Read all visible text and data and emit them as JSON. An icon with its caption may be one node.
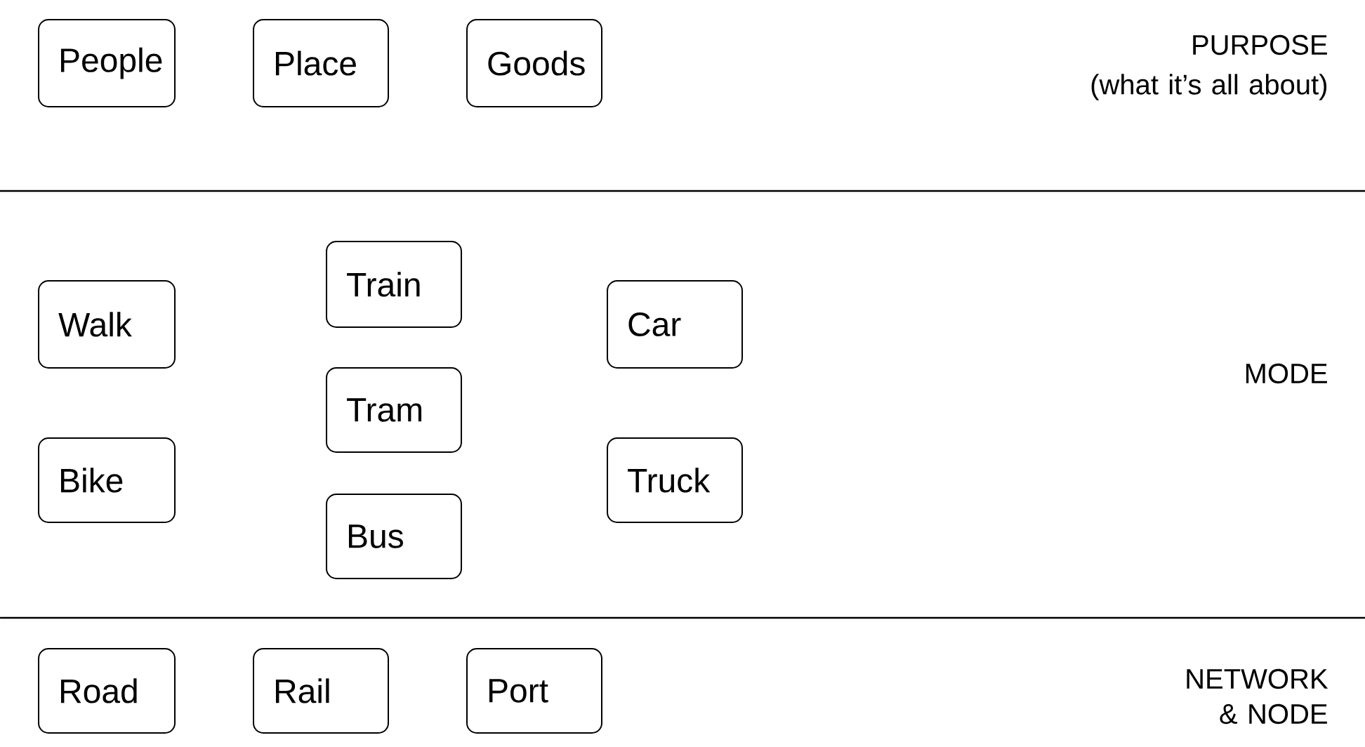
{
  "diagram": {
    "nodes": [
      {
        "text": [
          "People"
        ]
      },
      {
        "text": [
          "Place"
        ]
      },
      {
        "text": [
          "Goods"
        ]
      },
      {
        "text": [
          "Walk"
        ]
      },
      {
        "text": [
          "Train"
        ]
      },
      {
        "text": [
          "Car"
        ]
      },
      {
        "text": [
          "Tram"
        ]
      },
      {
        "text": [
          "Bike"
        ]
      },
      {
        "text": [
          "Truck"
        ]
      },
      {
        "text": [
          "Bus"
        ]
      },
      {
        "text": [
          "Road"
        ]
      },
      {
        "text": [
          "Rail"
        ]
      },
      {
        "text": [
          "Port"
        ]
      }
    ],
    "labels": [
      "PURPOSE",
      "(what it’s all about)",
      "MODE",
      "NETWORK & NODE"
    ]
  }
}
